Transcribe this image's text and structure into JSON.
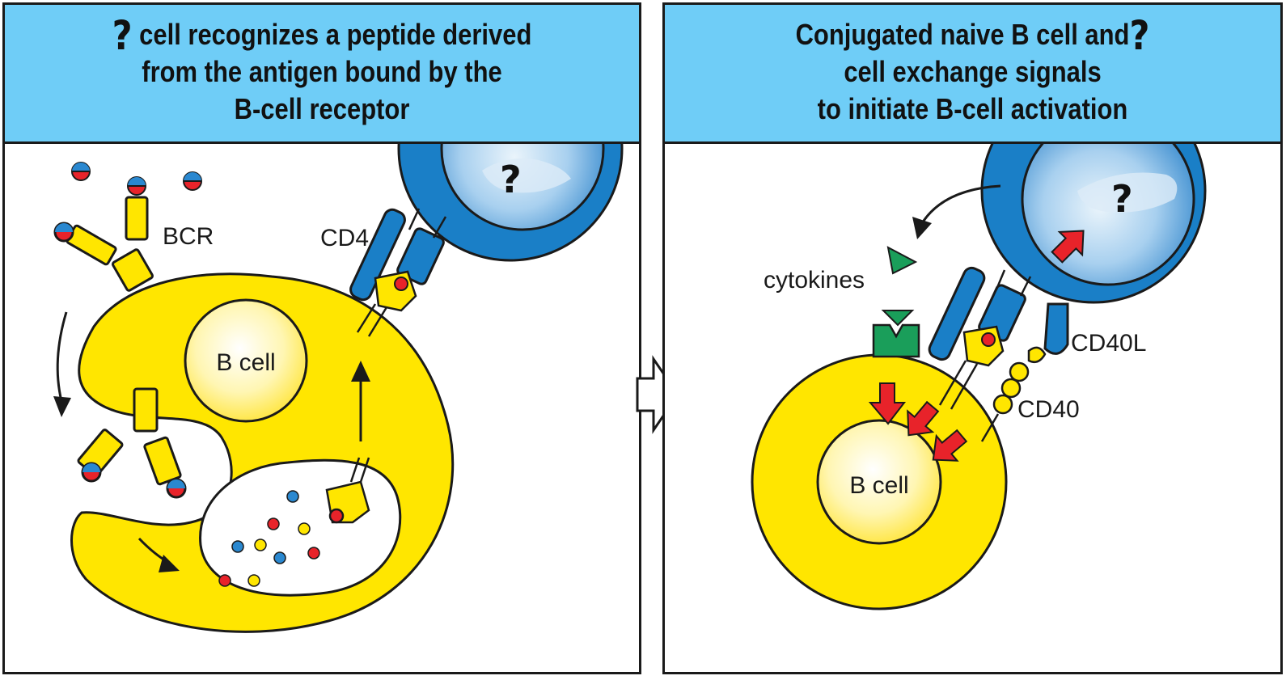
{
  "left_panel": {
    "heading_qmark": "?",
    "heading_lines": [
      "cell recognizes a peptide derived",
      "from the antigen bound by the",
      "B-cell receptor"
    ],
    "labels": {
      "bcr": "BCR",
      "cd4": "CD4",
      "b_cell": "B cell",
      "t_cell_qmark": "?"
    }
  },
  "right_panel": {
    "heading_qmark": "?",
    "heading_lines": [
      "Conjugated naive B cell and",
      "cell exchange signals",
      "to initiate B-cell activation"
    ],
    "labels": {
      "cytokines": "cytokines",
      "cd40l": "CD40L",
      "cd40": "CD40",
      "b_cell": "B cell",
      "t_cell_qmark": "?"
    }
  },
  "colors": {
    "header": "#6fcdf7",
    "b_cell_yellow": "#ffe600",
    "t_cell_blue": "#1a7fc7",
    "antigen_red": "#e8232a",
    "antigen_blue": "#2a88d0",
    "cytokine_green": "#1a9e5a",
    "signal_arrow_red": "#e8232a"
  }
}
